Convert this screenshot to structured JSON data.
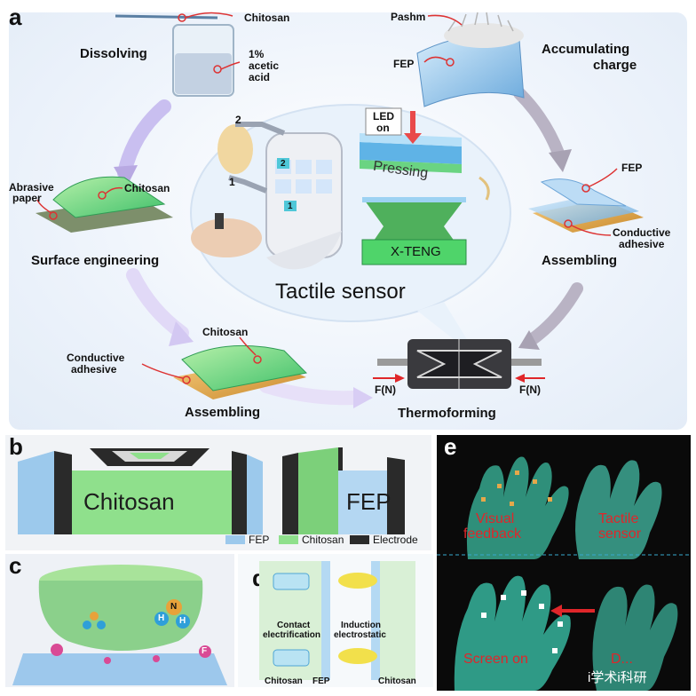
{
  "panels": {
    "a": "a",
    "b": "b",
    "c": "c",
    "d": "d",
    "e": "e"
  },
  "panel_a": {
    "dissolving": "Dissolving",
    "chitosan_top": "Chitosan",
    "acetic_1": "1%",
    "acetic_2": "acetic",
    "acetic_3": "acid",
    "pashm": "Pashm",
    "fep_top": "FEP",
    "accumulating_1": "Accumulating",
    "accumulating_2": "charge",
    "abrasive_1": "Abrasive",
    "abrasive_2": "paper",
    "chitosan_left": "Chitosan",
    "surface_engineering": "Surface engineering",
    "fep_right": "FEP",
    "conductive_right_1": "Conductive",
    "conductive_right_2": "adhesive",
    "assembling_right": "Assembling",
    "led_1": "LED",
    "led_2": "on",
    "pressing": "Pressing",
    "xteng": "X-TENG",
    "tactile_sensor": "Tactile sensor",
    "finger_1": "1",
    "finger_2": "2",
    "badge_1": "1",
    "badge_2": "2",
    "chitosan_bottom": "Chitosan",
    "conductive_bottom_1": "Conductive",
    "conductive_bottom_2": "adhesive",
    "assembling_bottom": "Assembling",
    "force_left": "F(N)",
    "force_right": "F(N)",
    "thermoforming": "Thermoforming"
  },
  "panel_b": {
    "chitosan": "Chitosan",
    "fep": "FEP",
    "legend": [
      {
        "label": "FEP",
        "color": "#9cc9ec"
      },
      {
        "label": "Chitosan",
        "color": "#8fe08c"
      },
      {
        "label": "Electrode",
        "color": "#2a2a2a"
      }
    ]
  },
  "panel_c": {
    "atoms": [
      "N",
      "H",
      "H",
      "F"
    ]
  },
  "panel_d": {
    "contact_1": "Contact",
    "contact_2": "electrification",
    "induction_1": "Induction",
    "induction_2": "electrostatic",
    "bottom_chitosan_left": "Chitosan",
    "bottom_fep": "FEP",
    "bottom_chitosan_right": "Chitosan"
  },
  "panel_e": {
    "visual_1": "Visual",
    "visual_2": "feedback",
    "tactile_1": "Tactile",
    "tactile_2": "sensor",
    "screen_on": "Screen on",
    "partial": "D...",
    "watermark": "i学术i科研"
  },
  "colors": {
    "chitosan": "#7fdc88",
    "fep": "#9cc9ec",
    "label_red": "#e0262a",
    "glove": "#2f8f7a"
  }
}
